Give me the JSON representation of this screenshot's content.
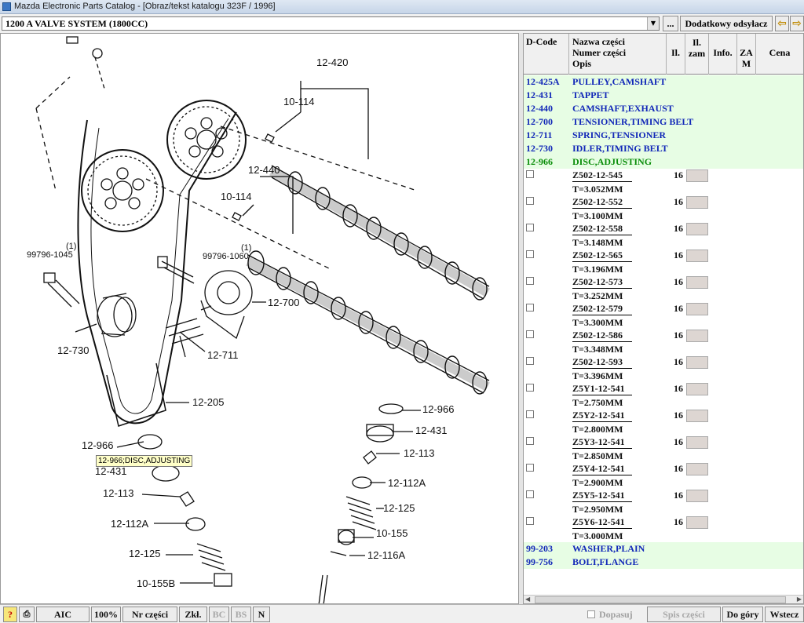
{
  "window": {
    "title": "Mazda Electronic Parts Catalog - [Obraz/tekst katalogu 323F / 1996]"
  },
  "toolbar": {
    "section": "1200 A  VALVE SYSTEM (1800CC)",
    "dots_label": "...",
    "extra_ref_label": "Dodatkowy odsyłacz",
    "back_icon": "arrow-left-icon",
    "forward_icon": "arrow-right-icon"
  },
  "diagram": {
    "labels": {
      "l_12_420": "12-420",
      "l_10_114_a": "10-114",
      "l_12_440": "12-440",
      "l_10_114_b": "10-114",
      "l_1a": "(1)",
      "l_1b": "(1)",
      "l_99796_1045": "99796-1045",
      "l_99796_1060": "99796-1060",
      "l_12_700": "12-700",
      "l_12_730": "12-730",
      "l_12_711": "12-711",
      "l_12_205": "12-205",
      "l_12_966_r": "12-966",
      "l_12_431_r": "12-431",
      "l_12_113_r": "12-113",
      "l_12_112a_r": "12-112A",
      "l_12_125_r": "12-125",
      "l_10_155_r": "10-155",
      "l_12_116a": "12-116A",
      "l_12_966_l": "12-966",
      "l_12_431_l": "12-431",
      "l_12_113_l": "12-113",
      "l_12_112a_l": "12-112A",
      "l_12_125_l": "12-125",
      "l_10_155b": "10-155B"
    },
    "tooltip": "12-966;DISC,ADJUSTING"
  },
  "parts_table": {
    "headers": {
      "dcode": "D-Code",
      "name_line1": "Nazwa części",
      "name_line2": "Numer części",
      "name_line3": "Opis",
      "il": "Il.",
      "il_zam_line1": "Il.",
      "il_zam_line2": "zam",
      "info": "Info.",
      "zam_line1": "ZA",
      "zam_line2": "M",
      "price": "Cena"
    },
    "groups_top": [
      {
        "code": "12-425A",
        "name": "PULLEY,CAMSHAFT"
      },
      {
        "code": "12-431",
        "name": "TAPPET"
      },
      {
        "code": "12-440",
        "name": "CAMSHAFT,EXHAUST"
      },
      {
        "code": "12-700",
        "name": "TENSIONER,TIMING BELT"
      },
      {
        "code": "12-711",
        "name": "SPRING,TENSIONER"
      },
      {
        "code": "12-730",
        "name": "IDLER,TIMING BELT"
      },
      {
        "code": "12-966",
        "name": "DISC,ADJUSTING"
      }
    ],
    "parts": [
      {
        "number": "Z502-12-545",
        "qty": "16",
        "desc": "T=3.052MM"
      },
      {
        "number": "Z502-12-552",
        "qty": "16",
        "desc": "T=3.100MM"
      },
      {
        "number": "Z502-12-558",
        "qty": "16",
        "desc": "T=3.148MM"
      },
      {
        "number": "Z502-12-565",
        "qty": "16",
        "desc": "T=3.196MM"
      },
      {
        "number": "Z502-12-573",
        "qty": "16",
        "desc": "T=3.252MM"
      },
      {
        "number": "Z502-12-579",
        "qty": "16",
        "desc": "T=3.300MM"
      },
      {
        "number": "Z502-12-586",
        "qty": "16",
        "desc": "T=3.348MM"
      },
      {
        "number": "Z502-12-593",
        "qty": "16",
        "desc": "T=3.396MM"
      },
      {
        "number": "Z5Y1-12-541",
        "qty": "16",
        "desc": "T=2.750MM"
      },
      {
        "number": "Z5Y2-12-541",
        "qty": "16",
        "desc": "T=2.800MM"
      },
      {
        "number": "Z5Y3-12-541",
        "qty": "16",
        "desc": "T=2.850MM"
      },
      {
        "number": "Z5Y4-12-541",
        "qty": "16",
        "desc": "T=2.900MM"
      },
      {
        "number": "Z5Y5-12-541",
        "qty": "16",
        "desc": "T=2.950MM"
      },
      {
        "number": "Z5Y6-12-541",
        "qty": "16",
        "desc": "T=3.000MM"
      }
    ],
    "groups_bottom": [
      {
        "code": "99-203",
        "name": "WASHER,PLAIN"
      },
      {
        "code": "99-756",
        "name": "BOLT,FLANGE"
      }
    ]
  },
  "bottombar": {
    "help": "?",
    "print_icon": "printer-icon",
    "aic": "AIC",
    "zoom": "100%",
    "part_no": "Nr części",
    "zkl": "Zkł.",
    "bc": "BC",
    "bs": "BS",
    "n": "N",
    "fit": "Dopasuj",
    "parts_list": "Spis części",
    "top": "Do góry",
    "back": "Wstecz"
  },
  "colors": {
    "group_bg": "#e7fde4",
    "group_text": "#1228b8",
    "selected_group_text": "#0a8d0a",
    "tooltip_bg": "#ffffc8"
  }
}
